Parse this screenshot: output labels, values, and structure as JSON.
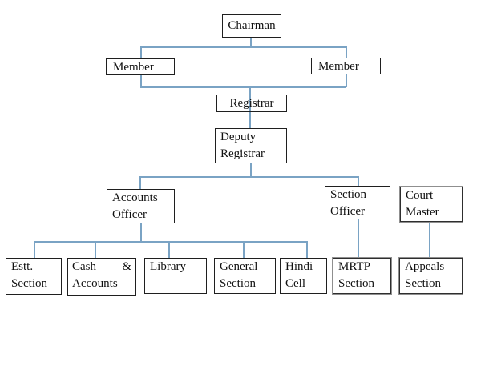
{
  "theme": {
    "line_color": "#7aa3c4",
    "border_color": "#1f1f1f",
    "shadow_border_color": "#8f8f8f",
    "text_color": "#111111",
    "background": "#ffffff"
  },
  "diagram": {
    "type": "organization-chart",
    "nodes": {
      "chairman": {
        "label": "Chairman",
        "level": 1
      },
      "member_left": {
        "label": "Member",
        "level": 2
      },
      "member_right": {
        "label": "Member",
        "level": 2
      },
      "registrar": {
        "label": "Registrar",
        "level": 3
      },
      "deputy_registrar": {
        "label": "Deputy Registrar",
        "level": 4
      },
      "accounts_officer": {
        "label": "Accounts Officer",
        "level": 5
      },
      "section_officer": {
        "label": "Section Officer",
        "level": 5
      },
      "court_master": {
        "label": "Court Master",
        "level": 5
      },
      "estt_section": {
        "label": "Estt. Section",
        "level": 6
      },
      "cash_accounts": {
        "label": "Cash & Accounts",
        "level": 6
      },
      "library": {
        "label": "Library",
        "level": 6
      },
      "general_section": {
        "label": "General Section",
        "level": 6
      },
      "hindi_cell": {
        "label": "Hindi Cell",
        "level": 6
      },
      "mrtp_section": {
        "label": "MRTP Section",
        "level": 6
      },
      "appeals_section": {
        "label": "Appeals Section",
        "level": 6
      }
    },
    "edges": [
      {
        "from": "Chairman",
        "to": "Member (left)"
      },
      {
        "from": "Chairman",
        "to": "Member (right)"
      },
      {
        "from": "Member (left)",
        "to": "Registrar"
      },
      {
        "from": "Member (right)",
        "to": "Registrar"
      },
      {
        "from": "Registrar",
        "to": "Deputy Registrar"
      },
      {
        "from": "Deputy Registrar",
        "to": "Accounts Officer"
      },
      {
        "from": "Deputy Registrar",
        "to": "Section Officer"
      },
      {
        "from": "Accounts Officer",
        "to": "Estt. Section"
      },
      {
        "from": "Accounts Officer",
        "to": "Cash & Accounts"
      },
      {
        "from": "Accounts Officer",
        "to": "Library"
      },
      {
        "from": "Accounts Officer",
        "to": "General Section"
      },
      {
        "from": "Accounts Officer",
        "to": "Hindi Cell"
      },
      {
        "from": "Section Officer",
        "to": "MRTP Section"
      },
      {
        "from": "Court Master",
        "to": "Appeals Section"
      }
    ]
  }
}
